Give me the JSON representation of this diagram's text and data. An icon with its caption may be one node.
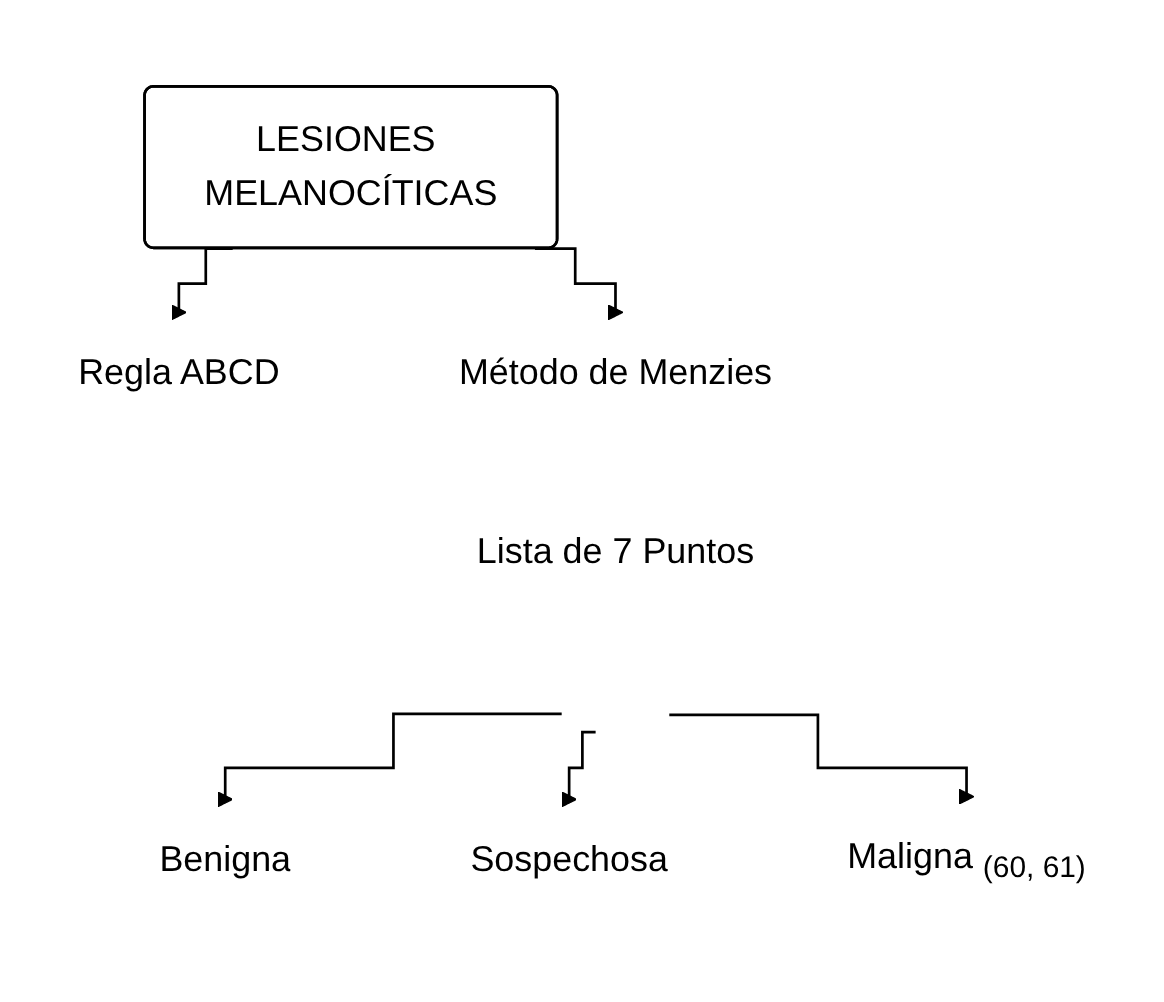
{
  "diagram": {
    "nodes": [
      {
        "text": [
          "LESIONES MELANOCÍTICAS"
        ]
      },
      {
        "text": [
          "Regla ABCD"
        ]
      },
      {
        "text": [
          "Método de Menzies"
        ]
      },
      {
        "text": [
          "Lista de 7 Puntos"
        ]
      },
      {
        "text": [
          "Benigna"
        ]
      },
      {
        "text": [
          "Sospechosa"
        ]
      },
      {
        "text": [
          "Maligna"
        ],
        "beside": [
          "(60, 61)"
        ]
      }
    ],
    "edges": [
      {
        "from": 0,
        "to": 1,
        "arrow": "to"
      },
      {
        "from": 0,
        "to": 2,
        "arrow": "to"
      },
      {
        "from": null,
        "to": 4,
        "arrow": "to"
      },
      {
        "from": null,
        "to": 5,
        "arrow": "to"
      },
      {
        "from": null,
        "to": 6,
        "arrow": "to"
      }
    ]
  }
}
